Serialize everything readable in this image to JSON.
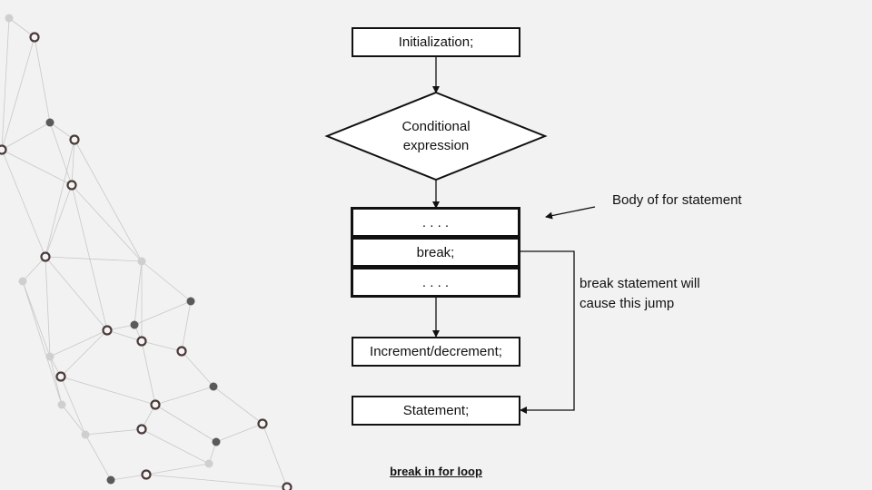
{
  "diagram": {
    "init_label": "Initialization;",
    "condition_label_line1": "Conditional",
    "condition_label_line2": "expression",
    "body_top_label": ". . . .",
    "break_label": "break;",
    "body_bottom_label": ". . . .",
    "increment_label": "Increment/decrement;",
    "statement_label": "Statement;",
    "body_annotation": "Body of for statement",
    "jump_annotation_line1": "break statement will",
    "jump_annotation_line2": "cause this jump",
    "caption": "break in for loop"
  },
  "colors": {
    "background": "#f2f2f2",
    "stroke": "#111111",
    "network_line": "#c8c8c8",
    "node_dark": "#555555"
  }
}
